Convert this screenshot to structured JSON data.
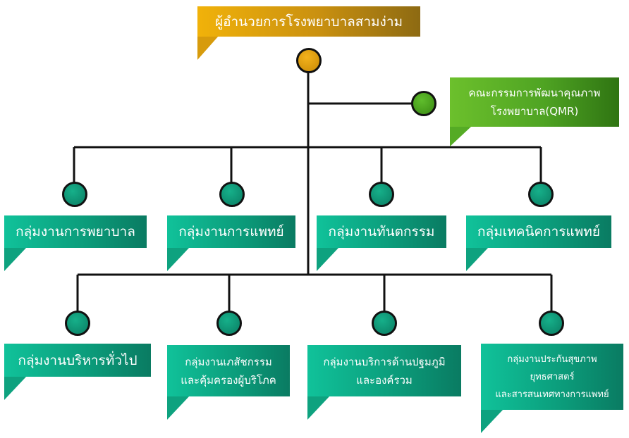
{
  "diagram": {
    "director": "ผู้อำนวยการโรงพยาบาลสามง่าม",
    "committee": [
      "คณะกรรมการพัฒนาคุณภาพ",
      "โรงพยาบาล(QMR)"
    ],
    "row1": [
      "กลุ่มงานการพยาบาล",
      "กลุ่มงานการแพทย์",
      "กลุ่มงานทันตกรรม",
      "กลุ่มเทคนิคการแพทย์"
    ],
    "row2": [
      [
        "กลุ่มงานบริหารทั่วไป"
      ],
      [
        "กลุ่มงานเภสัชกรรม",
        "และคุ้มครองผู้บริโภค"
      ],
      [
        "กลุ่มงานบริการด้านปฐมภูมิ",
        "และองค์รวม"
      ],
      [
        "กลุ่มงานประกันสุขภาพ",
        "ยุทธศาสตร์",
        "และสารสนเทศทางการแพทย์"
      ]
    ],
    "colors": {
      "line": "#111111",
      "gold": "#d89c0a",
      "green": "#55ab25",
      "teal": "#0ea27f"
    }
  }
}
